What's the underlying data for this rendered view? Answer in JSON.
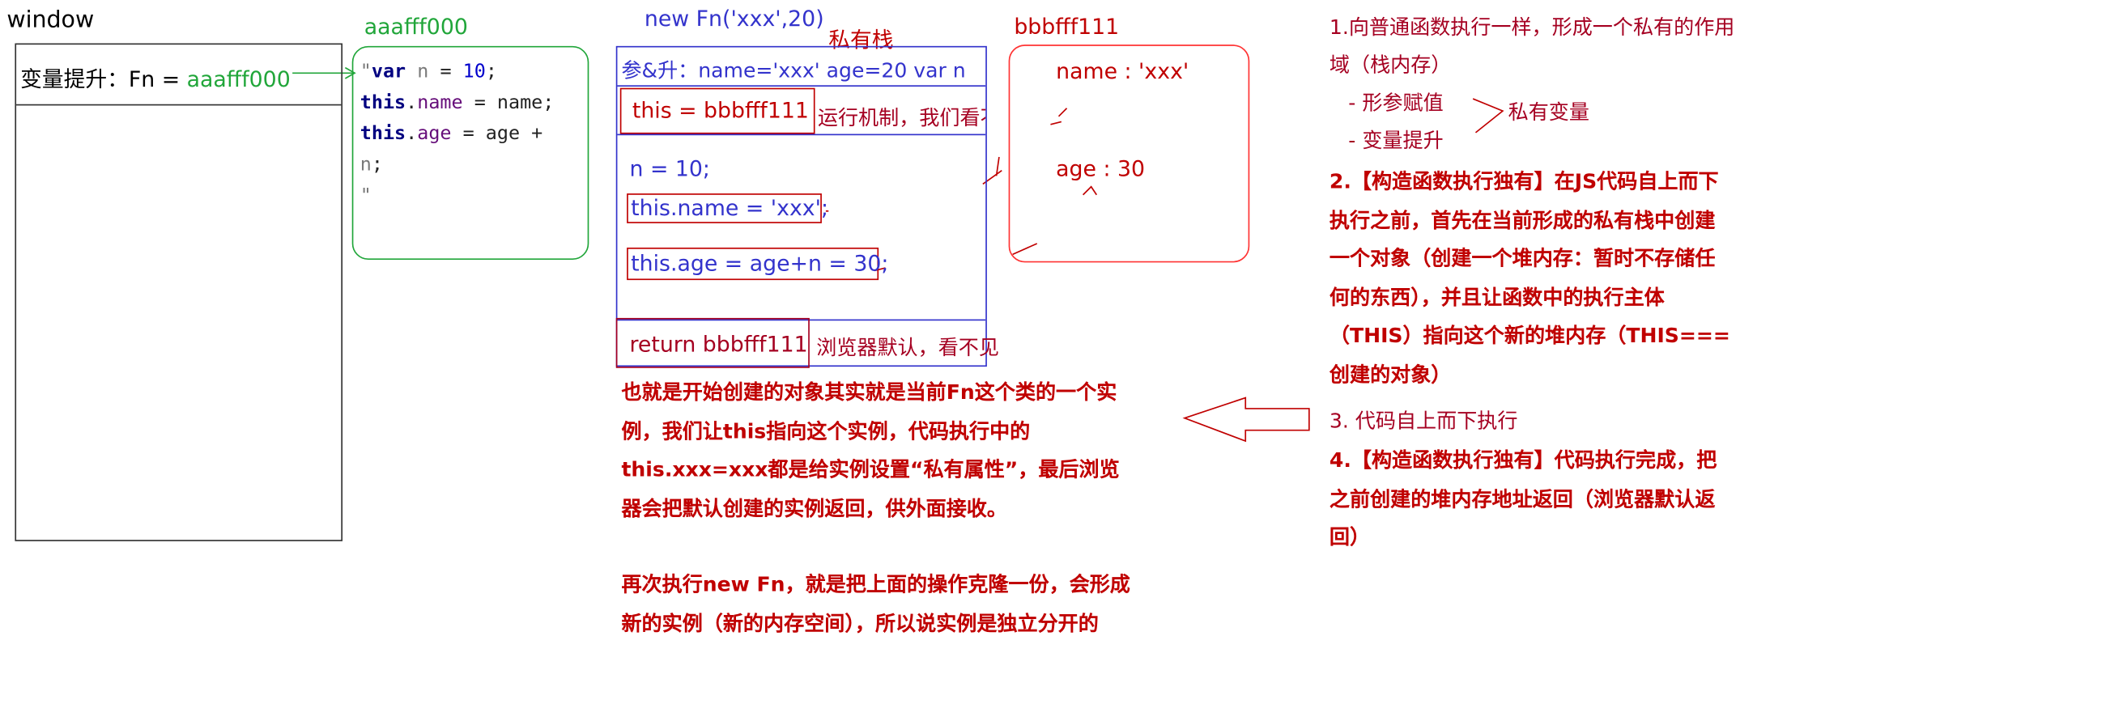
{
  "window_label": "window",
  "window_box": {
    "prefix": "变量提升：",
    "fn_name": "Fn = ",
    "fn_addr": "aaafff000"
  },
  "heap_fn": {
    "addr": "aaafff000",
    "code": {
      "open_quote": "\"",
      "line1": {
        "kw": "var",
        "var": "n",
        "eq": " = ",
        "num": "10",
        "end": ";"
      },
      "line2": {
        "kw": "this",
        "dot": ".",
        "prop": "name",
        "rest": " = name;"
      },
      "line3": {
        "kw": "this",
        "dot": ".",
        "prop": "age",
        "rest": " = age +"
      },
      "line4": {
        "var": "n",
        "end": ";"
      },
      "close_quote": "\""
    }
  },
  "stack": {
    "title": "new Fn('xxx',20)",
    "private_stack_label": "私有栈",
    "params_line": "参&升：name='xxx'  age=20  var n",
    "this_line": "this  = bbbfff111",
    "this_note": "运行机制，我们看不见",
    "code_n": "n = 10;",
    "code_name": "this.name = 'xxx';",
    "code_age": "this.age = age+n = 30;",
    "return_line": "return bbbfff111",
    "return_note": "浏览器默认，看不见"
  },
  "heap_obj": {
    "addr": "bbbfff111",
    "name_prop": "name : 'xxx'",
    "age_prop": "age : 30"
  },
  "notes_right": {
    "n1_line1": "1.向普通函数执行一样，形成一个私有的作用",
    "n1_line2": "域（栈内存）",
    "n1_sub1": "- 形参赋值",
    "n1_sub2": "- 变量提升",
    "n1_brace_label": "私有变量",
    "n2_lines": [
      "2.【构造函数执行独有】在JS代码自上而下",
      "执行之前，首先在当前形成的私有栈中创建",
      "一个对象（创建一个堆内存：暂时不存储任",
      "何的东西），并且让函数中的执行主体",
      "（THIS）指向这个新的堆内存（THIS===",
      "创建的对象）"
    ],
    "n3": "3. 代码自上而下执行",
    "n4_lines": [
      "4.【构造函数执行独有】代码执行完成，把",
      "之前创建的堆内存地址返回（浏览器默认返",
      "回）"
    ]
  },
  "notes_bottom": {
    "para1": [
      "也就是开始创建的对象其实就是当前Fn这个类的一个实",
      "例，我们让this指向这个实例，代码执行中的",
      "this.xxx=xxx都是给实例设置“私有属性”，最后浏览",
      "器会把默认创建的实例返回，供外面接收。"
    ],
    "para2": [
      "再次执行new Fn，就是把上面的操作克隆一份，会形成",
      "新的实例（新的内存空间），所以说实例是独立分开的"
    ]
  },
  "colors": {
    "blue": "#3333cc",
    "red": "#c00000",
    "dark_red": "#a50021",
    "green": "#21a63a"
  }
}
